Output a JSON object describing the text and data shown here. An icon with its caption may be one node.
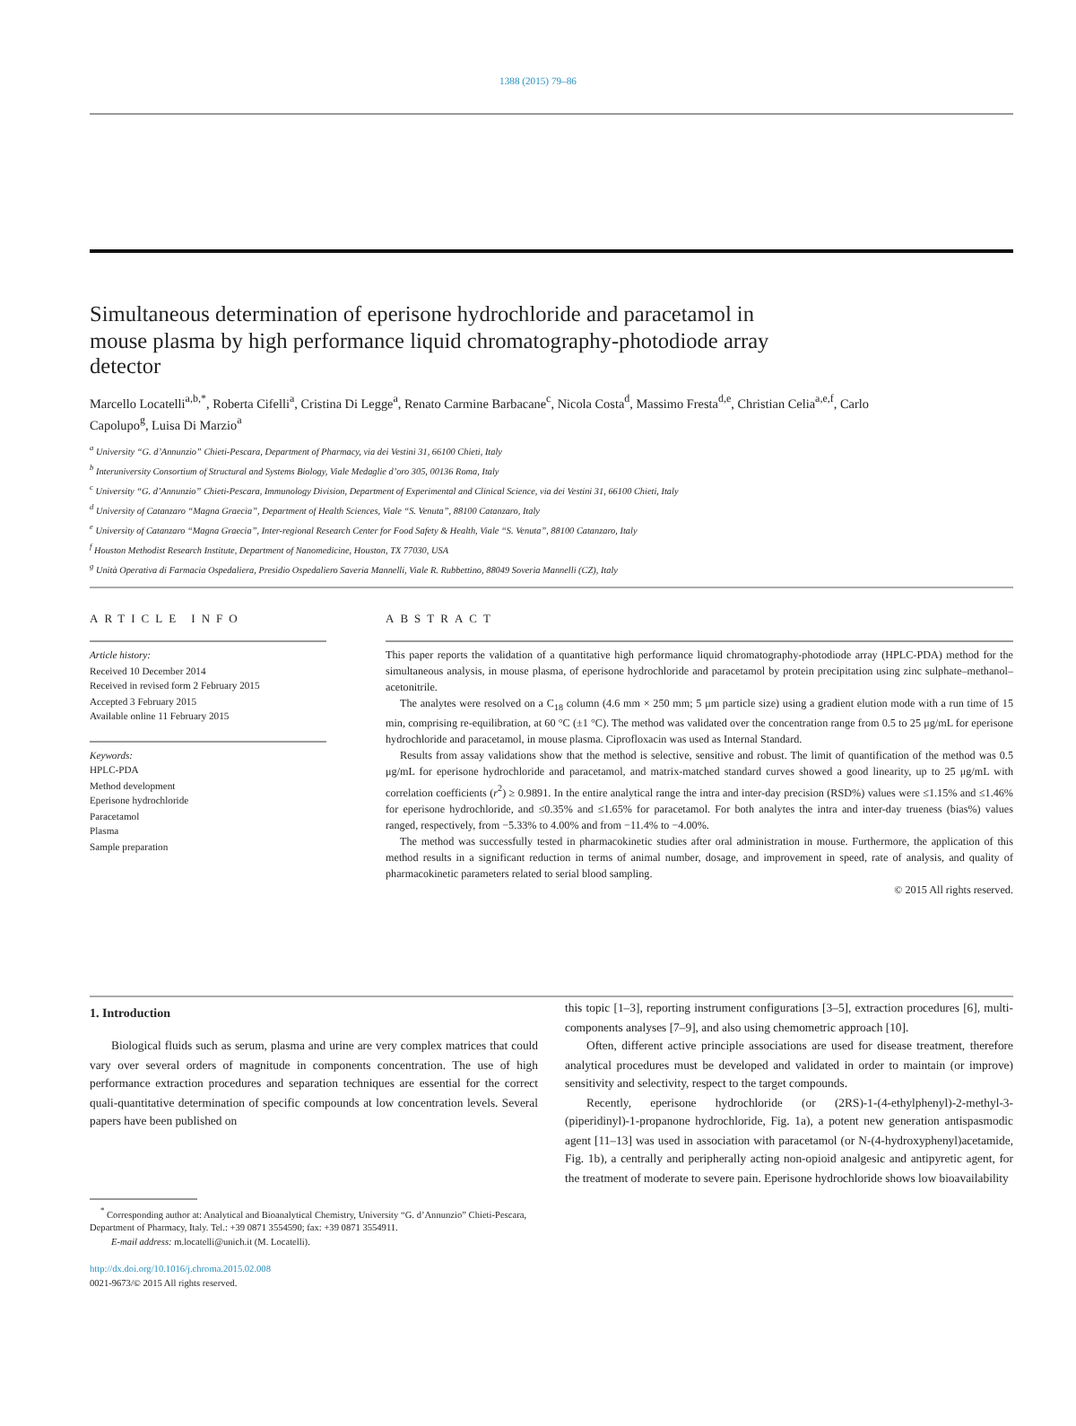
{
  "diagram": {
    "title": "Simultaneous determination of eperisone hydrochloride and paracetamol in mouse plasma by high performance liquid chromatography-photodiode array detector",
    "labels": [
      "1388 (2015) 79–86",
      "Marcello Locatelli$^{a,b,*}$, Roberta Cifelli$^{a}$, Cristina Di Legge$^{a}$, Renato Carmine Barbacane$^{c}$, Nicola Costa$^{d}$, Massimo Fresta$^{d,e}$, Christian Celia$^{a,e,f}$, Carlo Capolupo$^{g}$, Luisa Di Marzio$^{a}$",
      "$^{a}$ University “G. d’Annunzio” Chieti-Pescara, Department of Pharmacy, via dei Vestini 31, 66100 Chieti, Italy",
      "$^{b}$ Interuniversity Consortium of Structural and Systems Biology, Viale Medaglie d’oro 305, 00136 Roma, Italy",
      "$^{c}$ University “G. d’Annunzio” Chieti-Pescara, Immunology Division, Department of Experimental and Clinical Science, via dei Vestini 31, 66100 Chieti, Italy",
      "$^{d}$ University of Catanzaro “Magna Graecia”, Department of Health Sciences, Viale “S. Venuta”, 88100 Catanzaro, Italy",
      "$^{e}$ University of Catanzaro “Magna Graecia”, Inter-regional Research Center for Food Safety & Health, Viale “S. Venuta”, 88100 Catanzaro, Italy",
      "$^{f}$ Houston Methodist Research Institute, Department of Nanomedicine, Houston, TX 77030, USA",
      "$^{g}$ Unità Operativa di Farmacia Ospedaliera, Presidio Ospedaliero Saveria Mannelli, Viale R. Rubbettino, 88049 Soveria Mannelli (CZ), Italy",
      "ARTICLE INFO",
      "Article history:",
      "Received 10 December 2014",
      "Received in revised form 2 February 2015",
      "Accepted 3 February 2015",
      "Available online 11 February 2015",
      "Keywords:",
      "HPLC-PDA",
      "Method development",
      "Eperisone hydrochloride",
      "Paracetamol",
      "Plasma",
      "Sample preparation",
      "ABSTRACT",
      "This paper reports the validation of a quantitative high performance liquid chromatography-photodiode array (HPLC-PDA) method for the simultaneous analysis, in mouse plasma, of eperisone hydrochloride and paracetamol by protein precipitation using zinc sulphate–methanol–acetonitrile.",
      "The analytes were resolved on a C$_{18}$ column (4.6 mm × 250 mm; 5 μm particle size) using a gradient elution mode with a run time of 15 min, comprising re-equilibration, at 60 °C (±1 °C). The method was validated over the concentration range from 0.5 to 25 μg/mL for eperisone hydrochloride and paracetamol, in mouse plasma. Ciprofloxacin was used as Internal Standard.",
      "Results from assay validations show that the method is selective, sensitive and robust. The limit of quantification of the method was 0.5 μg/mL for eperisone hydrochloride and paracetamol, and matrix-matched standard curves showed a good linearity, up to 25 μg/mL with correlation coefficients (*r*$^{2}$) ≥ 0.9891. In the entire analytical range the intra and inter-day precision (RSD%) values were ≤1.15% and ≤1.46% for eperisone hydrochloride, and ≤0.35% and ≤1.65% for paracetamol. For both analytes the intra and inter-day trueness (bias%) values ranged, respectively, from −5.33% to 4.00% and from −11.4% to −4.00%.",
      "The method was successfully tested in pharmacokinetic studies after oral administration in mouse. Furthermore, the application of this method results in a significant reduction in terms of animal number, dosage, and improvement in speed, rate of analysis, and quality of pharmacokinetic parameters related to serial blood sampling.",
      "© 2015 All rights reserved.",
      "1. Introduction",
      "Biological fluids such as serum, plasma and urine are very complex matrices that could vary over several orders of magnitude in components concentration. The use of high performance extraction procedures and separation techniques are essential for the correct quali-quantitative determination of specific compounds at low concentration levels. Several papers have been published on",
      "this topic [1–3], reporting instrument configurations [3–5], extraction procedures [6], multi-components analyses [7–9], and also using chemometric approach [10].",
      "Often, different active principle associations are used for disease treatment, therefore analytical procedures must be developed and validated in order to maintain (or improve) sensitivity and selectivity, respect to the target compounds.",
      "Recently, eperisone hydrochloride (or (2RS)-1-(4-ethylphenyl)-2-methyl-3-(piperidinyl)-1-propanone hydrochloride, Fig. 1a), a potent new generation antispasmodic agent [11–13] was used in association with paracetamol (or N-(4-hydroxyphenyl)acetamide, Fig. 1b), a centrally and peripherally acting non-opioid analgesic and antipyretic agent, for the treatment of moderate to severe pain. Eperisone hydrochloride shows low bioavailability",
      "$^{*}$ Corresponding author at: Analytical and Bioanalytical Chemistry, University “G. d’Annunzio” Chieti-Pescara, Department of Pharmacy, Italy. Tel.: +39 0871 3554590; fax: +39 0871 3554911.",
      "*E-mail address:* m.locatelli@unich.it (M. Locatelli).",
      "http://dx.doi.org/10.1016/j.chroma.2015.02.008",
      "0021-9673/© 2015 All rights reserved."
    ]
  }
}
